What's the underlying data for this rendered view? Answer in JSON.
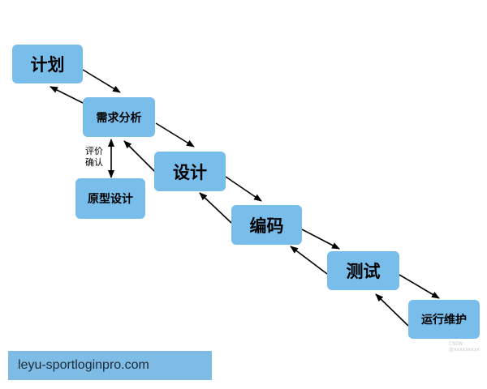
{
  "colors": {
    "node_fill": "#79BDEB",
    "arrow": "#000000",
    "footer_bg": "#7EBCE6"
  },
  "nodes": {
    "plan": "计划",
    "requirements": "需求分析",
    "prototype": "原型设计",
    "design": "设计",
    "coding": "编码",
    "testing": "测试",
    "maintenance": "运行维护"
  },
  "edge_label": {
    "line1": "评价",
    "line2": "确认"
  },
  "watermark": "CSDN @xxxxxxxxx",
  "footer": {
    "text": "leyu-sportloginpro.com"
  }
}
